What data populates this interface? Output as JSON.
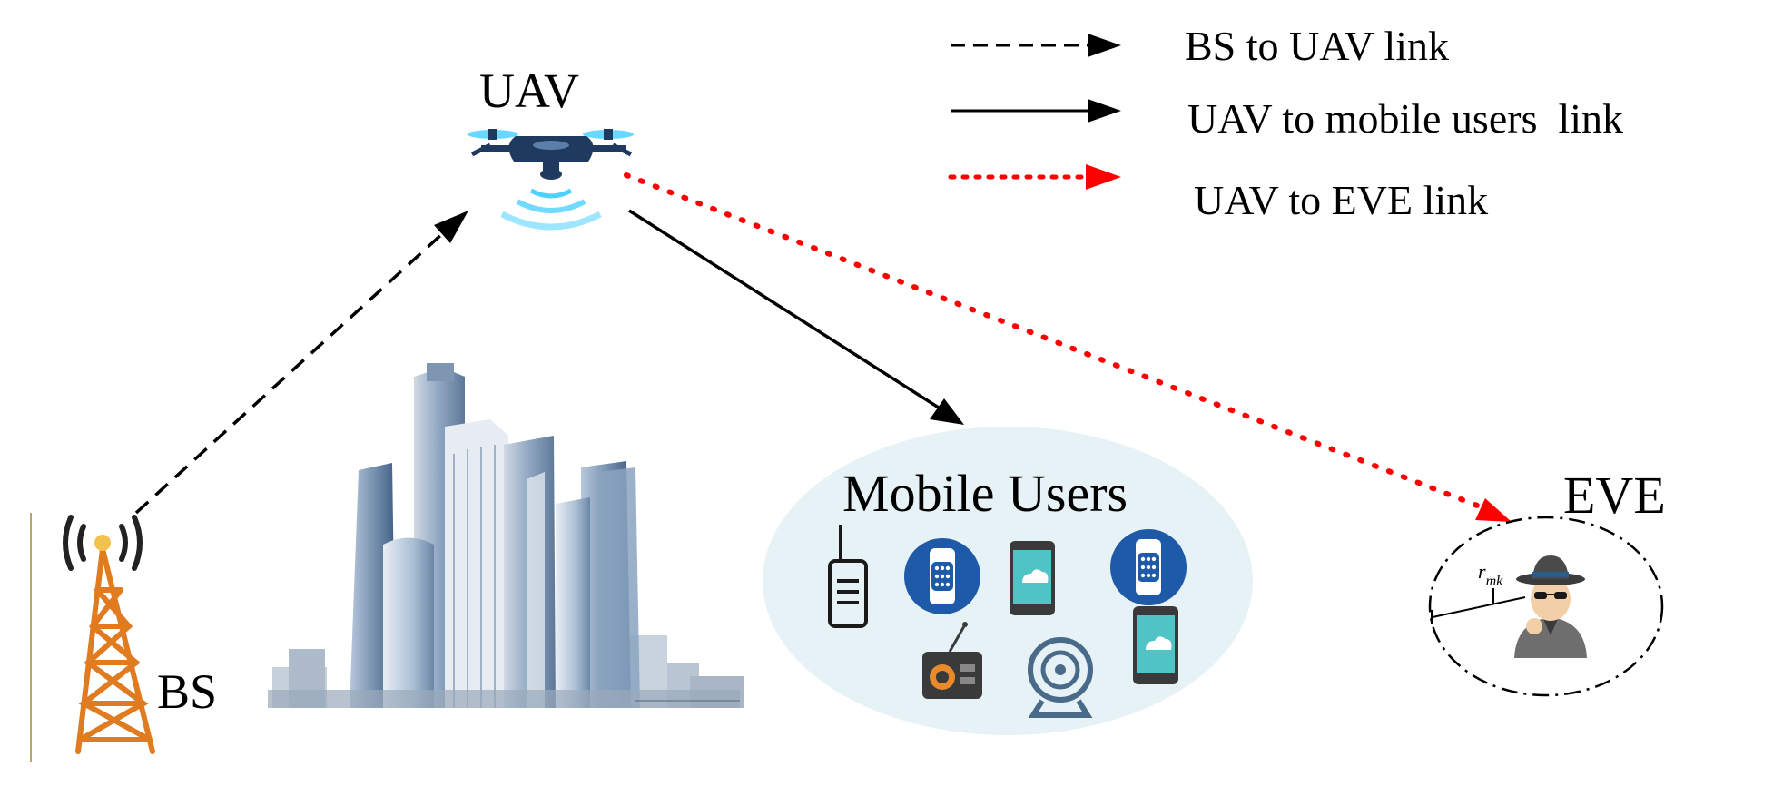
{
  "legend": {
    "items": [
      {
        "label": "BS to UAV link",
        "style": "dashed",
        "color": "#000000"
      },
      {
        "label": "UAV to mobile users  link",
        "style": "solid",
        "color": "#000000"
      },
      {
        "label": "UAV to EVE link",
        "style": "dotted",
        "color": "#ff0000"
      }
    ]
  },
  "nodes": {
    "uav": {
      "label": "UAV",
      "icon": "drone-icon"
    },
    "bs": {
      "label": "BS",
      "icon": "cell-tower-icon"
    },
    "city": {
      "icon": "city-skyline-icon"
    },
    "mobile_users": {
      "label": "Mobile Users",
      "devices": [
        "walkie-talkie-icon",
        "smartwatch-icon",
        "smartphone-icon",
        "smartwatch-icon",
        "radio-icon",
        "webcam-icon",
        "smartphone-icon"
      ]
    },
    "eve": {
      "label": "EVE",
      "icon": "eavesdropper-icon",
      "radius_label": "r",
      "radius_subscript": "mk"
    }
  },
  "colors": {
    "tower": "#e07b1f",
    "drone": "#1f3a5f",
    "signal": "#4fd1ff",
    "users_bg": "#e6f2f5",
    "watch": "#1e5aa8",
    "eve_link": "#ff0000"
  }
}
